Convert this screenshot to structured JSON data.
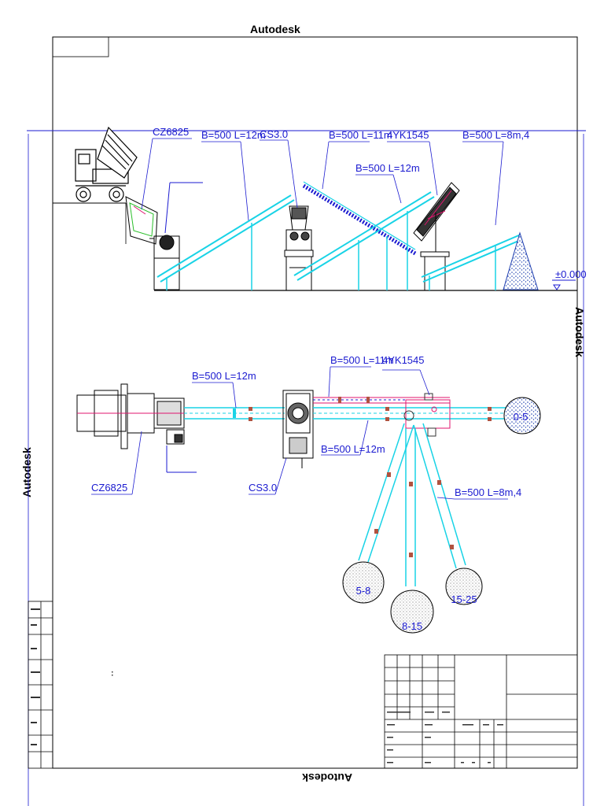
{
  "watermarks": {
    "top": "Autodesk",
    "bottom": "Autodesk",
    "left": "Autodesk",
    "right": "Autodesk"
  },
  "elevation": {
    "crusher_feeder": "CZ6825",
    "conveyor_1": "B=500 L=12m",
    "cone_crusher": "CS3.0",
    "conveyor_2": "B=500 L=11m",
    "screen": "4YK1545",
    "conveyor_3": "B=500 L=12m",
    "conveyor_4": "B=500 L=8m,4",
    "ground_level": "±0.000"
  },
  "plan": {
    "conveyor_1": "B=500 L=12m",
    "conveyor_2": "B=500 L=11m",
    "screen": "4YK1545",
    "conveyor_3": "B=500 L=12m",
    "conveyor_4": "B=500 L=8m,4",
    "crusher_feeder": "CZ6825",
    "cone_crusher": "CS3.0",
    "pile_1": "0-5",
    "pile_2": "5-8",
    "pile_3": "8-15",
    "pile_4": "15-25"
  },
  "colors": {
    "frame": "#000000",
    "annotation": "#1a1ad0",
    "conveyor": "#19d3e6",
    "centerline": "#e0146e",
    "equipment": "#000000",
    "stockpile": "#1f3fb0"
  }
}
